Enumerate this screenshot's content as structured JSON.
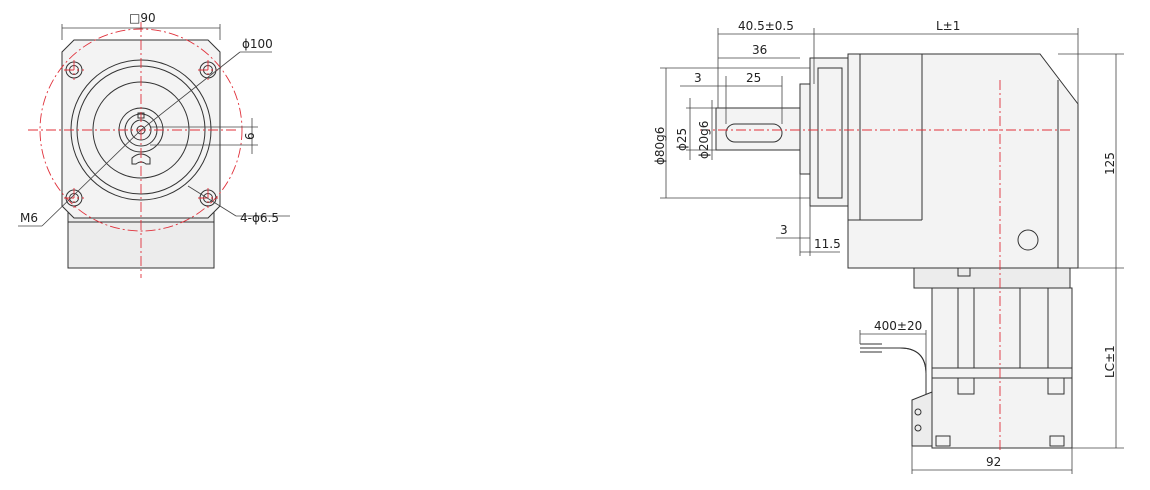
{
  "front_view": {
    "square_label": "□90",
    "pcd_label": "ϕ100",
    "shaft_key_label": "6",
    "thread_label": "M6",
    "holes_label": "4-ϕ6.5"
  },
  "side_view": {
    "labels": {
      "flange_to_body": "40.5±0.5",
      "shaft_length": "36",
      "key_offset": "3",
      "key_length": "25",
      "overall_length": "L±1",
      "pilot_diameter": "ϕ80g6",
      "hub_diameter": "ϕ25",
      "shaft_diameter": "ϕ20g6",
      "flange_step": "3",
      "flange_thickness": "11.5",
      "height": "125",
      "cable_length": "400±20",
      "motor_length": "LC±1",
      "motor_width": "92"
    }
  },
  "colors": {
    "centerline": "#e0303a",
    "outline": "#333333",
    "body_fill": "#f3f3f3"
  }
}
